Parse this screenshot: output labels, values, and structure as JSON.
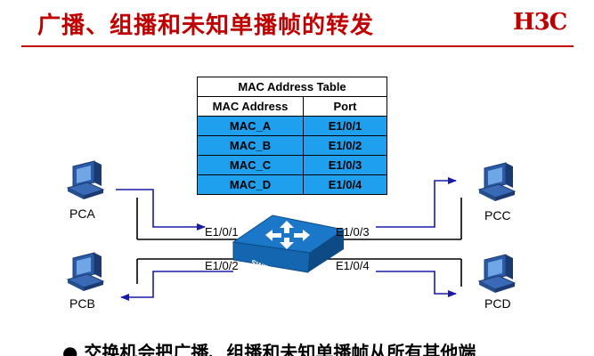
{
  "header": {
    "title": "广播、组播和未知单播帧的转发",
    "logo": "H3C"
  },
  "table": {
    "caption": "MAC Address Table",
    "columns": [
      "MAC Address",
      "Port"
    ],
    "rows": [
      [
        "MAC_A",
        "E1/0/1"
      ],
      [
        "MAC_B",
        "E1/0/2"
      ],
      [
        "MAC_C",
        "E1/0/3"
      ],
      [
        "MAC_D",
        "E1/0/4"
      ]
    ]
  },
  "switch": {
    "label": "SWITCH",
    "ports": [
      "E1/0/1",
      "E1/0/2",
      "E1/0/3",
      "E1/0/4"
    ]
  },
  "pcs": [
    "PCA",
    "PCB",
    "PCC",
    "PCD"
  ],
  "bullet": "交换机会把广播、组播和未知单播帧从所有其他端",
  "colors": {
    "title": "#c00000",
    "table_row": "#1ea0ee",
    "arrow": "#1a1aa8",
    "switch": "#1b78c8"
  }
}
